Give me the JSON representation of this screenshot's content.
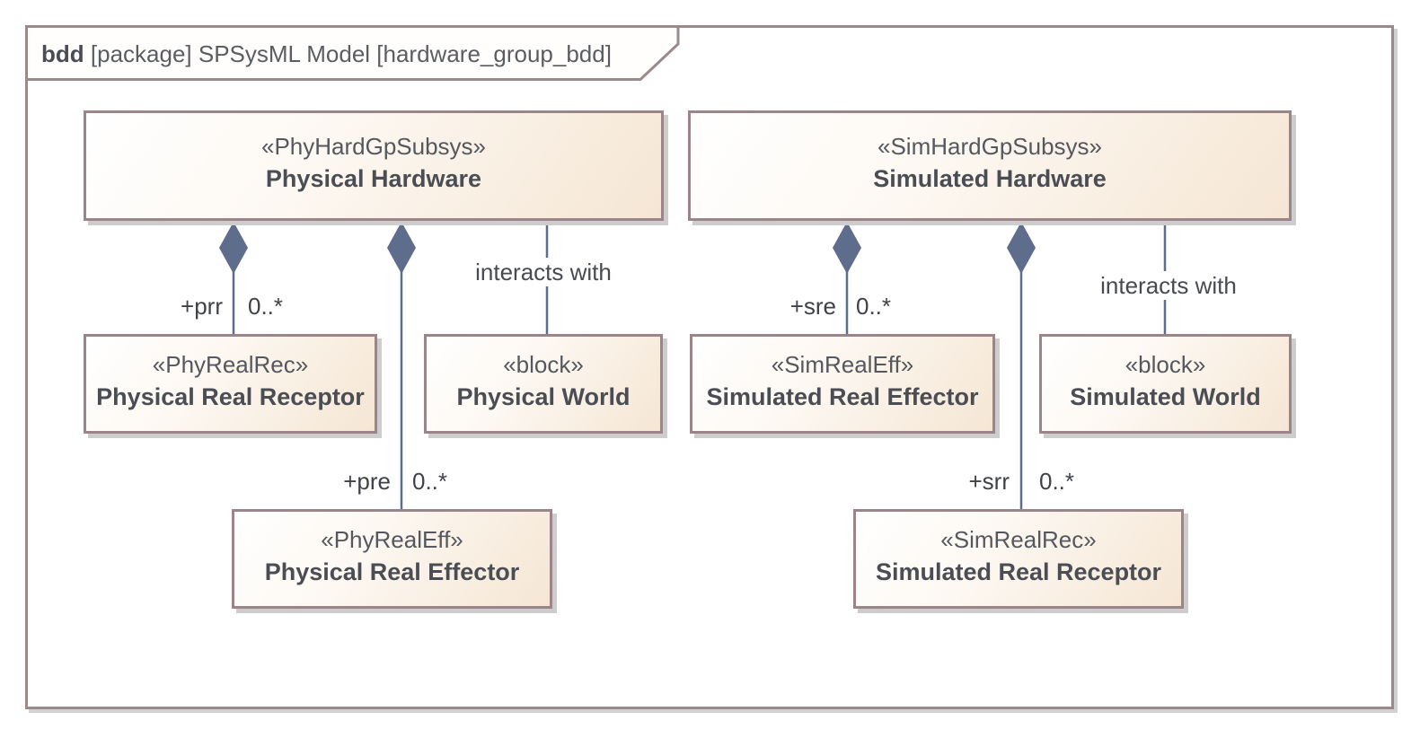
{
  "frame": {
    "kind_keyword": "bdd",
    "title_rest": " [package] SPSysML Model [hardware_group_bdd]"
  },
  "nodes": [
    {
      "id": "physical-hardware",
      "stereotype": "«PhyHardGpSubsys»",
      "name": "Physical Hardware"
    },
    {
      "id": "simulated-hardware",
      "stereotype": "«SimHardGpSubsys»",
      "name": "Simulated Hardware"
    },
    {
      "id": "physical-real-receptor",
      "stereotype": "«PhyRealRec»",
      "name": "Physical Real Receptor"
    },
    {
      "id": "physical-world",
      "stereotype": "«block»",
      "name": "Physical World"
    },
    {
      "id": "simulated-real-effector",
      "stereotype": "«SimRealEff»",
      "name": "Simulated Real Effector"
    },
    {
      "id": "simulated-world",
      "stereotype": "«block»",
      "name": "Simulated World"
    },
    {
      "id": "physical-real-effector",
      "stereotype": "«PhyRealEff»",
      "name": "Physical Real Effector"
    },
    {
      "id": "simulated-real-receptor",
      "stereotype": "«SimRealRec»",
      "name": "Simulated Real Receptor"
    }
  ],
  "connectors": [
    {
      "type": "composition",
      "from": "physical-hardware",
      "to": "physical-real-receptor",
      "role": "+prr",
      "multiplicity": "0..*"
    },
    {
      "type": "composition",
      "from": "physical-hardware",
      "to": "physical-real-effector",
      "role": "+pre",
      "multiplicity": "0..*"
    },
    {
      "type": "association",
      "from": "physical-hardware",
      "to": "physical-world",
      "label": "interacts with"
    },
    {
      "type": "composition",
      "from": "simulated-hardware",
      "to": "simulated-real-effector",
      "role": "+sre",
      "multiplicity": "0..*"
    },
    {
      "type": "composition",
      "from": "simulated-hardware",
      "to": "simulated-real-receptor",
      "role": "+srr",
      "multiplicity": "0..*"
    },
    {
      "type": "association",
      "from": "simulated-hardware",
      "to": "simulated-world",
      "label": "interacts with"
    }
  ],
  "colors": {
    "frame_border": "#9a8a8a",
    "node_border": "#9c8588",
    "node_fill_start": "#ffffff",
    "node_fill_end": "#f5e6d4",
    "connector": "#5f6d8c",
    "text_dark": "#4a4e54",
    "shadow": "#cdcdcd"
  }
}
